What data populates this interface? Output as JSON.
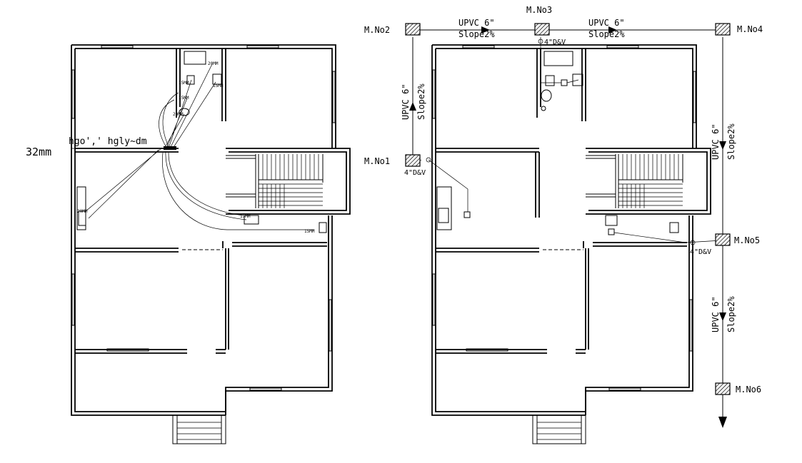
{
  "left_plan": {
    "pipe_size_label": "32mm",
    "pipe_garbled_label": "hgo',' hgly~dm",
    "fixture_labels": [
      "20MM",
      "15MM",
      "15MM",
      "15MM",
      "20MM",
      "20MM",
      "15MM",
      "15MM"
    ]
  },
  "right_plan": {
    "manholes": [
      {
        "name": "M.No1"
      },
      {
        "name": "M.No2"
      },
      {
        "name": "M.No3"
      },
      {
        "name": "M.No4"
      },
      {
        "name": "M.No5"
      },
      {
        "name": "M.No6"
      }
    ],
    "pipe_labels": [
      {
        "material": "UPVC 6\"",
        "slope": "Slope2%"
      },
      {
        "material": "UPVC 6\"",
        "slope": "Slope2%"
      },
      {
        "material": "UPVC 6\"",
        "slope": "Slope2%"
      },
      {
        "material": "UPVC 6\"",
        "slope": "Slope2%"
      },
      {
        "material": "UPVC 6\"",
        "slope": "Slope2%"
      }
    ],
    "dv_labels": [
      "4\"D&V",
      "4\"D&V",
      "4\"D&V"
    ]
  }
}
